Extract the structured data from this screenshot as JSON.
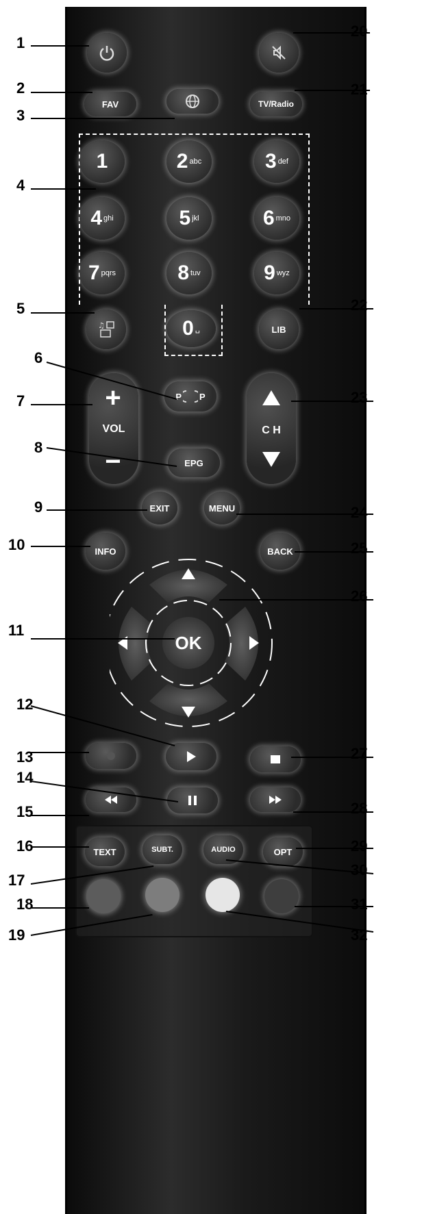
{
  "callouts": {
    "left": [
      "1",
      "2",
      "3",
      "4",
      "5",
      "6",
      "7",
      "8",
      "9",
      "10",
      "11",
      "12",
      "13",
      "14",
      "15",
      "16",
      "17",
      "18",
      "19"
    ],
    "right": [
      "20",
      "21",
      "22",
      "23",
      "24",
      "25",
      "26",
      "27",
      "28",
      "29",
      "30",
      "31",
      "32"
    ]
  },
  "buttons": {
    "fav": "FAV",
    "tv_radio": "TV/Radio",
    "digits": [
      {
        "d": "1",
        "s": ""
      },
      {
        "d": "2",
        "s": "abc"
      },
      {
        "d": "3",
        "s": "def"
      },
      {
        "d": "4",
        "s": "ghi"
      },
      {
        "d": "5",
        "s": "jkl"
      },
      {
        "d": "6",
        "s": "mno"
      },
      {
        "d": "7",
        "s": "pqrs"
      },
      {
        "d": "8",
        "s": "tuv"
      },
      {
        "d": "9",
        "s": "wyz"
      }
    ],
    "zero": "0",
    "zero_sub": "␣",
    "lib": "LIB",
    "swap_p1": "P",
    "swap_p2": "P",
    "vol_plus": "+",
    "vol_label": "VOL",
    "vol_minus": "−",
    "epg": "EPG",
    "ch_label": "C H",
    "exit": "EXIT",
    "menu": "MENU",
    "info": "INFO",
    "back": "BACK",
    "ok": "OK",
    "text": "TEXT",
    "subt": "SUBT.",
    "audio": "AUDIO",
    "opt": "OPT"
  },
  "colors": {
    "color_key_1": "#5c5c5c",
    "color_key_2": "#7d7d7d",
    "color_key_3": "#e6e6e6",
    "color_key_4": "#3e3e3e"
  }
}
